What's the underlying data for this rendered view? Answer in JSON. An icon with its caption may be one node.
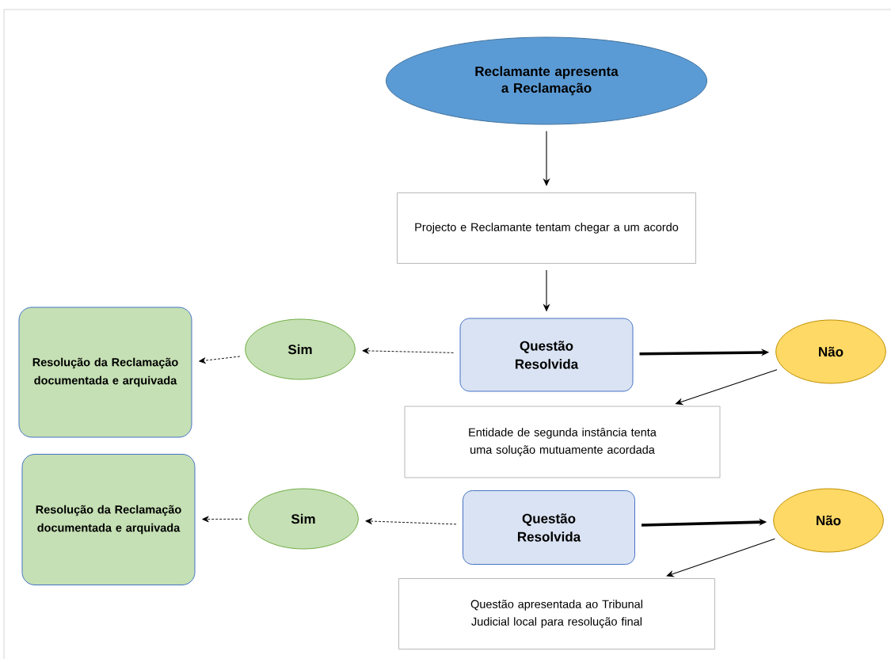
{
  "diagram": {
    "nodes": [
      {
        "text": [
          "Reclamante apresenta a Reclamação"
        ]
      },
      {
        "text": [
          "Projecto e Reclamante tentam chegar a um acordo"
        ]
      },
      {
        "text": [
          "Questão Resolvida"
        ]
      },
      {
        "text": [
          "Sim"
        ]
      },
      {
        "text": [
          "Resolução da Reclamação documentada e arquivada"
        ]
      },
      {
        "text": [
          "Não"
        ]
      },
      {
        "text": [
          "Entidade de segunda instância tenta uma solução mutuamente acordada"
        ]
      },
      {
        "text": [
          "Questão Resolvida"
        ]
      },
      {
        "text": [
          "Sim"
        ]
      },
      {
        "text": [
          "Resolução da Reclamação documentada e arquivada"
        ]
      },
      {
        "text": [
          "Não"
        ]
      },
      {
        "text": [
          "Questão apresentada ao Tribunal Judicial local para resolução final"
        ]
      }
    ],
    "edges": [
      {
        "from": 0,
        "to": 1,
        "arrow": "to"
      },
      {
        "from": 1,
        "to": 2,
        "arrow": "to"
      },
      {
        "from": 2,
        "to": 3,
        "arrow": "to",
        "style": "dashed"
      },
      {
        "from": 3,
        "to": 4,
        "arrow": "to",
        "style": "dashed"
      },
      {
        "from": 2,
        "to": 5,
        "arrow": "to",
        "style": "thick"
      },
      {
        "from": 5,
        "to": 6,
        "arrow": "to"
      },
      {
        "from": 7,
        "to": 8,
        "arrow": "to",
        "style": "dashed"
      },
      {
        "from": 8,
        "to": 9,
        "arrow": "to",
        "style": "dashed"
      },
      {
        "from": 7,
        "to": 10,
        "arrow": "to",
        "style": "thick"
      },
      {
        "from": 10,
        "to": 11,
        "arrow": "to"
      }
    ]
  }
}
